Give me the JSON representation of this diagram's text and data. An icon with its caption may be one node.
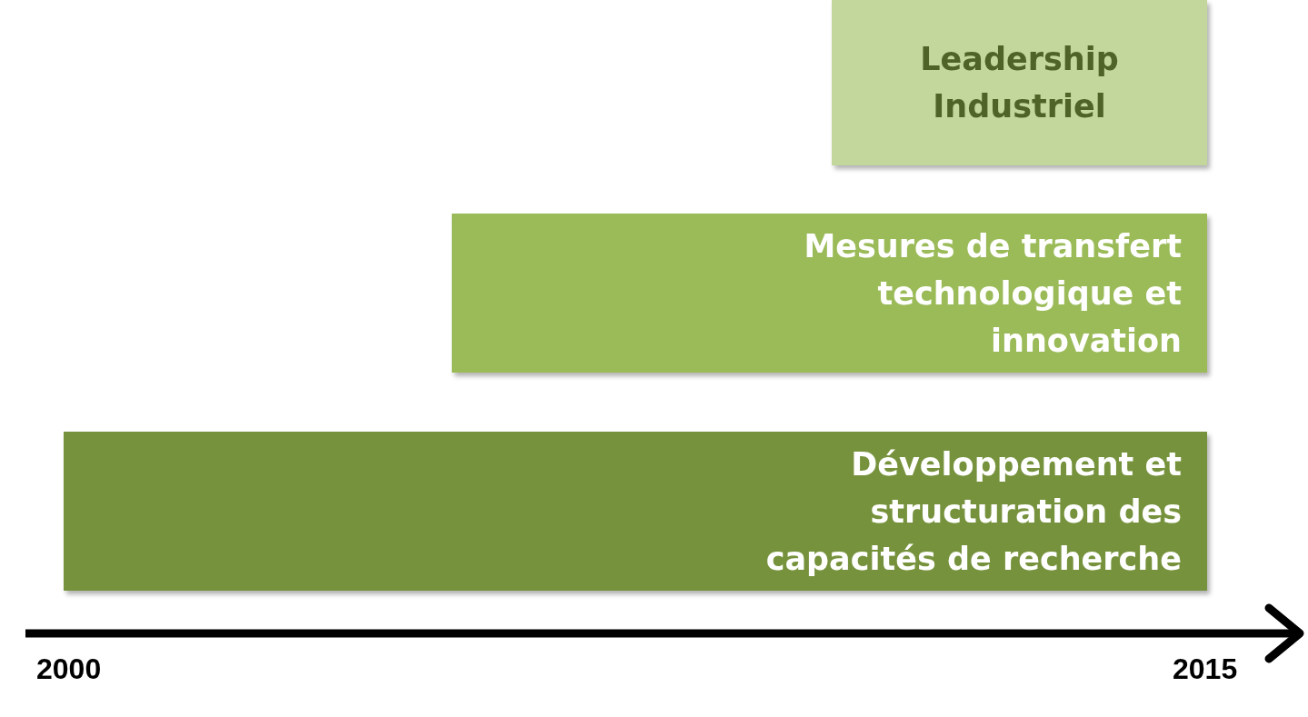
{
  "diagram": {
    "nodes": [
      {
        "text": [
          "Leadership Industriel"
        ]
      },
      {
        "text": [
          "Mesures de transfert technologique et innovation"
        ]
      },
      {
        "text": [
          "Développement et structuration des capacités de recherche"
        ]
      }
    ],
    "labels": [
      "2000",
      "2015"
    ]
  }
}
